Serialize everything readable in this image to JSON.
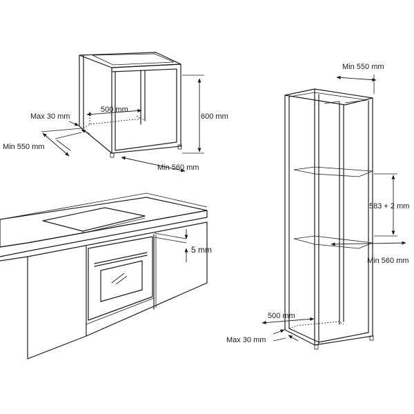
{
  "top_left_diagram": {
    "dim_width": "500 mm",
    "dim_height": "600 mm",
    "dim_gap": "Max 30 mm",
    "dim_depth": "Min 550 mm",
    "dim_outer_width": "Min 560 mm"
  },
  "bottom_left_diagram": {
    "dim_clearance": "5 mm"
  },
  "right_diagram": {
    "dim_depth_top": "Min 550 mm",
    "dim_opening": "583 + 2 mm",
    "dim_width": "Min 560 mm",
    "dim_inner_width": "500 mm",
    "dim_gap": "Max 30 mm"
  },
  "colors": {
    "stroke": "#1a1a1a",
    "background": "#ffffff"
  }
}
